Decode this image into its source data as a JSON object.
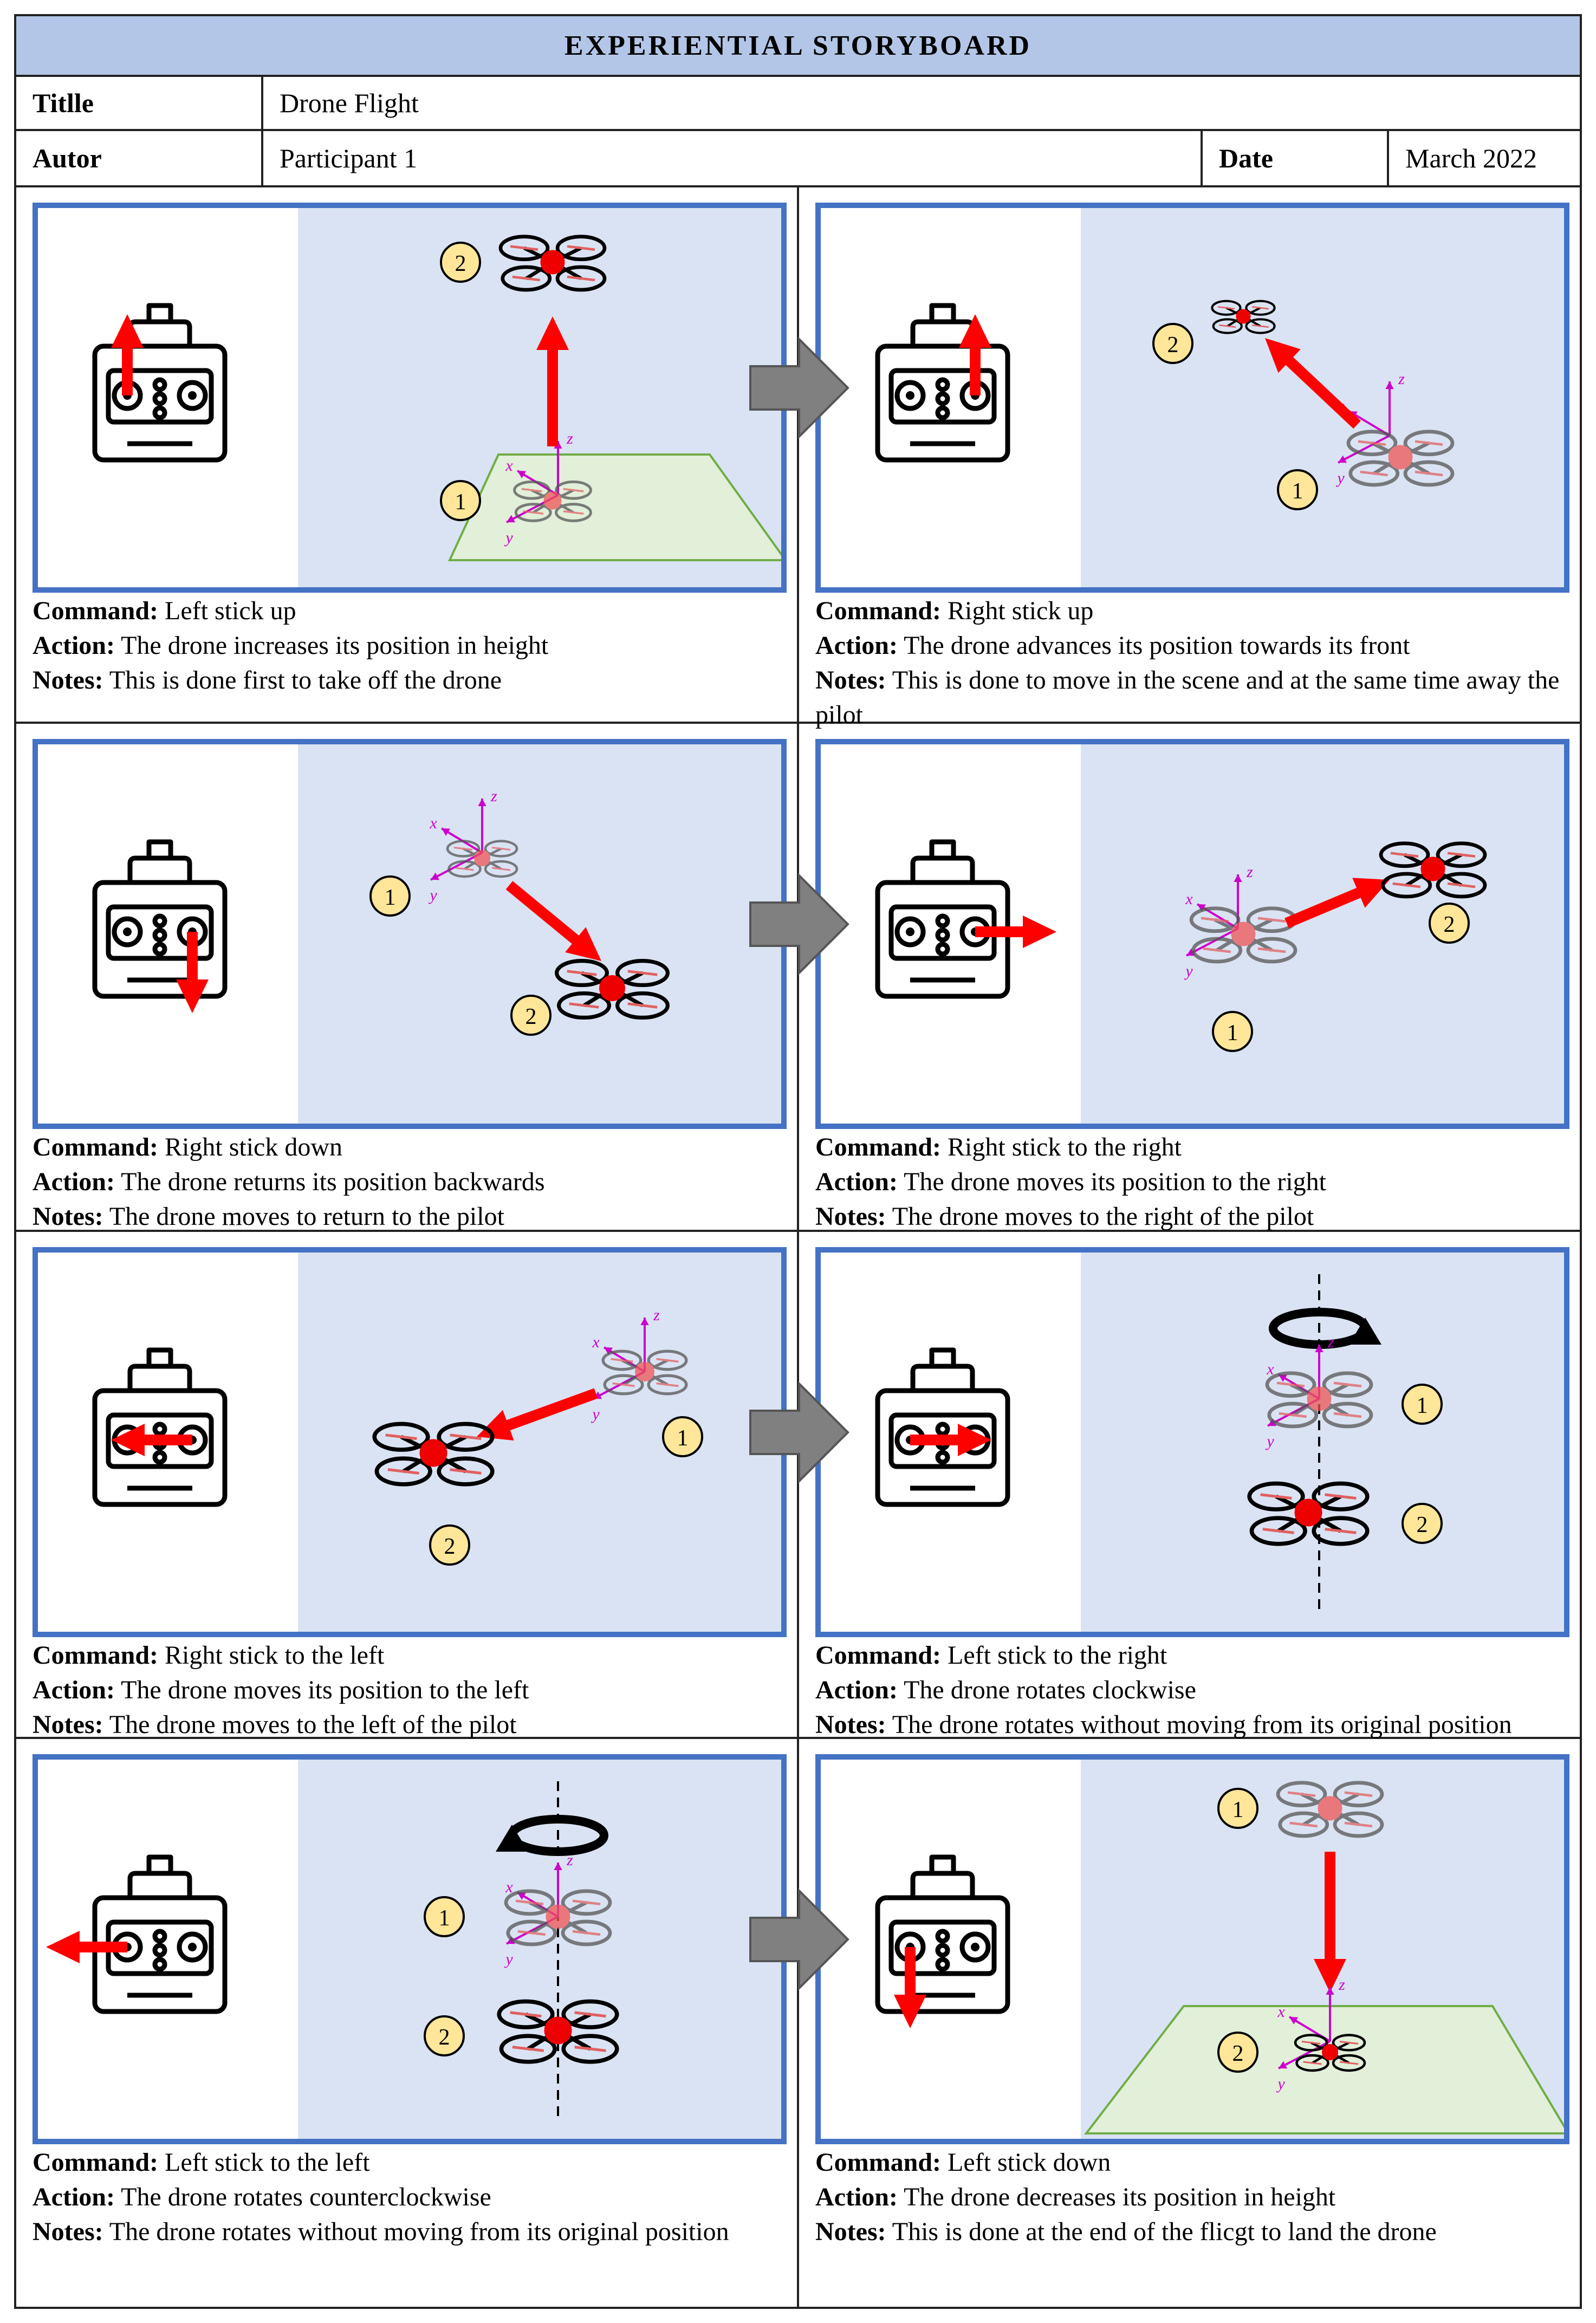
{
  "header": {
    "title": "EXPERIENTIAL  STORYBOARD",
    "title_label": "Titlle",
    "title_value": "Drone Flight",
    "author_label": "Autor",
    "author_value": "Participant  1",
    "date_label": "Date",
    "date_value": "March 2022"
  },
  "labels": {
    "command": "Command:",
    "action": "Action:",
    "notes": "Notes:"
  },
  "axes": {
    "x": "x",
    "y": "y",
    "z": "z"
  },
  "markers": {
    "start": "1",
    "end": "2"
  },
  "colors": {
    "header_fill": "#b4c6e7",
    "frame_border": "#4472c4",
    "scene_fill": "#dae3f3",
    "ground_fill": "#e2efd9",
    "arrow_red": "#ff0000",
    "axis_magenta": "#cc00cc",
    "marker_fill": "#ffe699",
    "transition_arrow": "#808080"
  },
  "panels": [
    {
      "command": "Left  stick  up",
      "action": "The  drone  increases  its  position  in  height",
      "notes": "This  is  done  first  to  take  off  the  drone",
      "stick": "left",
      "direction": "up",
      "move": "takeoff"
    },
    {
      "command": "Right  stick  up",
      "action": "The  drone  advances  its  position  towards  its  front",
      "notes": "This  is  done  to  move  in  the  scene  and  at  the  same  time  away  the  pilot",
      "stick": "right",
      "direction": "up",
      "move": "forward"
    },
    {
      "command": "Right  stick  down",
      "action": "The  drone  returns  its  position  backwards",
      "notes": "The  drone  moves  to  return  to  the  pilot",
      "stick": "right",
      "direction": "down",
      "move": "backward"
    },
    {
      "command": "Right  stick  to  the  right",
      "action": "The  drone  moves  its  position  to  the  right",
      "notes": "The  drone  moves  to  the  right  of  the  pilot",
      "stick": "right",
      "direction": "right",
      "move": "right"
    },
    {
      "command": "Right  stick  to  the  left",
      "action": "The  drone  moves  its  position  to  the  left",
      "notes": "The  drone  moves  to  the  left  of  the  pilot",
      "stick": "right",
      "direction": "left",
      "move": "left"
    },
    {
      "command": "Left  stick  to  the  right",
      "action": "The  drone  rotates  clockwise",
      "notes": "The  drone  rotates  without  moving  from  its  original  position",
      "stick": "left",
      "direction": "right",
      "move": "rotate-cw"
    },
    {
      "command": "Left  stick  to  the  left",
      "action": "The  drone  rotates  counterclockwise",
      "notes": "The  drone  rotates  without  moving  from  its  original  position",
      "stick": "left",
      "direction": "left",
      "move": "rotate-ccw"
    },
    {
      "command": "Left  stick  down",
      "action": "The  drone  decreases  its  position  in  height",
      "notes": "This  is  done  at  the  end  of  the  flicgt  to  land  the  drone",
      "stick": "left",
      "direction": "down",
      "move": "landing"
    }
  ]
}
